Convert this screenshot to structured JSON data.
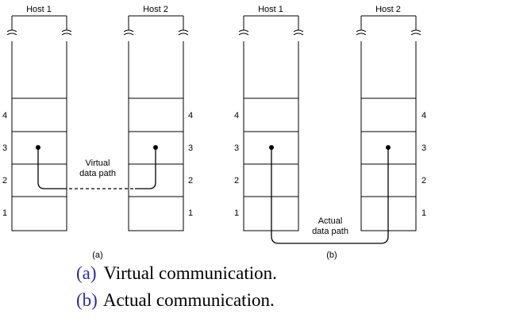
{
  "panel_a": {
    "host_left": "Host 1",
    "host_right": "Host 2",
    "layers": [
      "4",
      "3",
      "2",
      "1"
    ],
    "path_label_line1": "Virtual",
    "path_label_line2": "data path",
    "panel_label": "(a)"
  },
  "panel_b": {
    "host_left": "Host 1",
    "host_right": "Host 2",
    "layers": [
      "4",
      "3",
      "2",
      "1"
    ],
    "path_label_line1": "Actual",
    "path_label_line2": "data path",
    "panel_label": "(b)"
  },
  "captions": [
    {
      "label": "(a)",
      "text": "Virtual communication."
    },
    {
      "label": "(b)",
      "text": "Actual communication."
    }
  ]
}
